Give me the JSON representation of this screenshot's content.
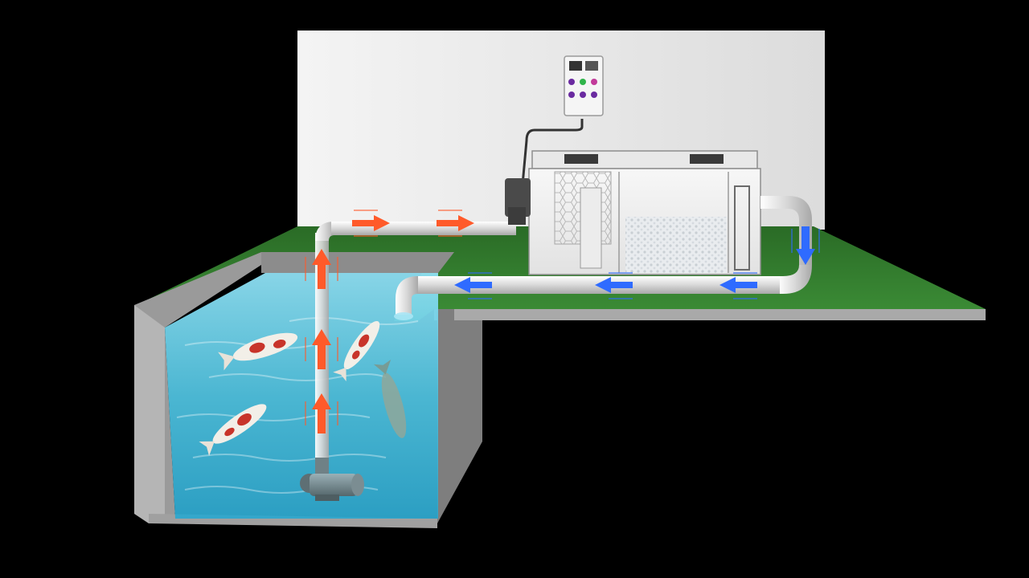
{
  "diagram": {
    "colors": {
      "background": "#000000",
      "wall": "#e8e8e8",
      "grass": "#2f7a2c",
      "pool_frame": "#a9a9a9",
      "water": "#4fc0dd",
      "pipe": "#dcdcdc",
      "flow_out": "#ff5a2a",
      "flow_return": "#2f6bff",
      "koi_white": "#f2efe8",
      "koi_red": "#c8342a",
      "control_buttons": [
        "#6a2aa0",
        "#2fb44a",
        "#c23a9a"
      ]
    },
    "components": [
      {
        "id": "control-panel",
        "icon": "control-box-icon"
      },
      {
        "id": "filter-unit",
        "icon": "filter-tank-icon"
      },
      {
        "id": "submersible-pump",
        "icon": "pump-icon"
      },
      {
        "id": "koi-pond",
        "icon": "pond-icon"
      }
    ],
    "flows": [
      {
        "id": "pump-to-filter",
        "color": "flow_out",
        "direction": "up-then-right"
      },
      {
        "id": "filter-to-pond",
        "color": "flow_return",
        "direction": "down-then-left"
      }
    ]
  }
}
